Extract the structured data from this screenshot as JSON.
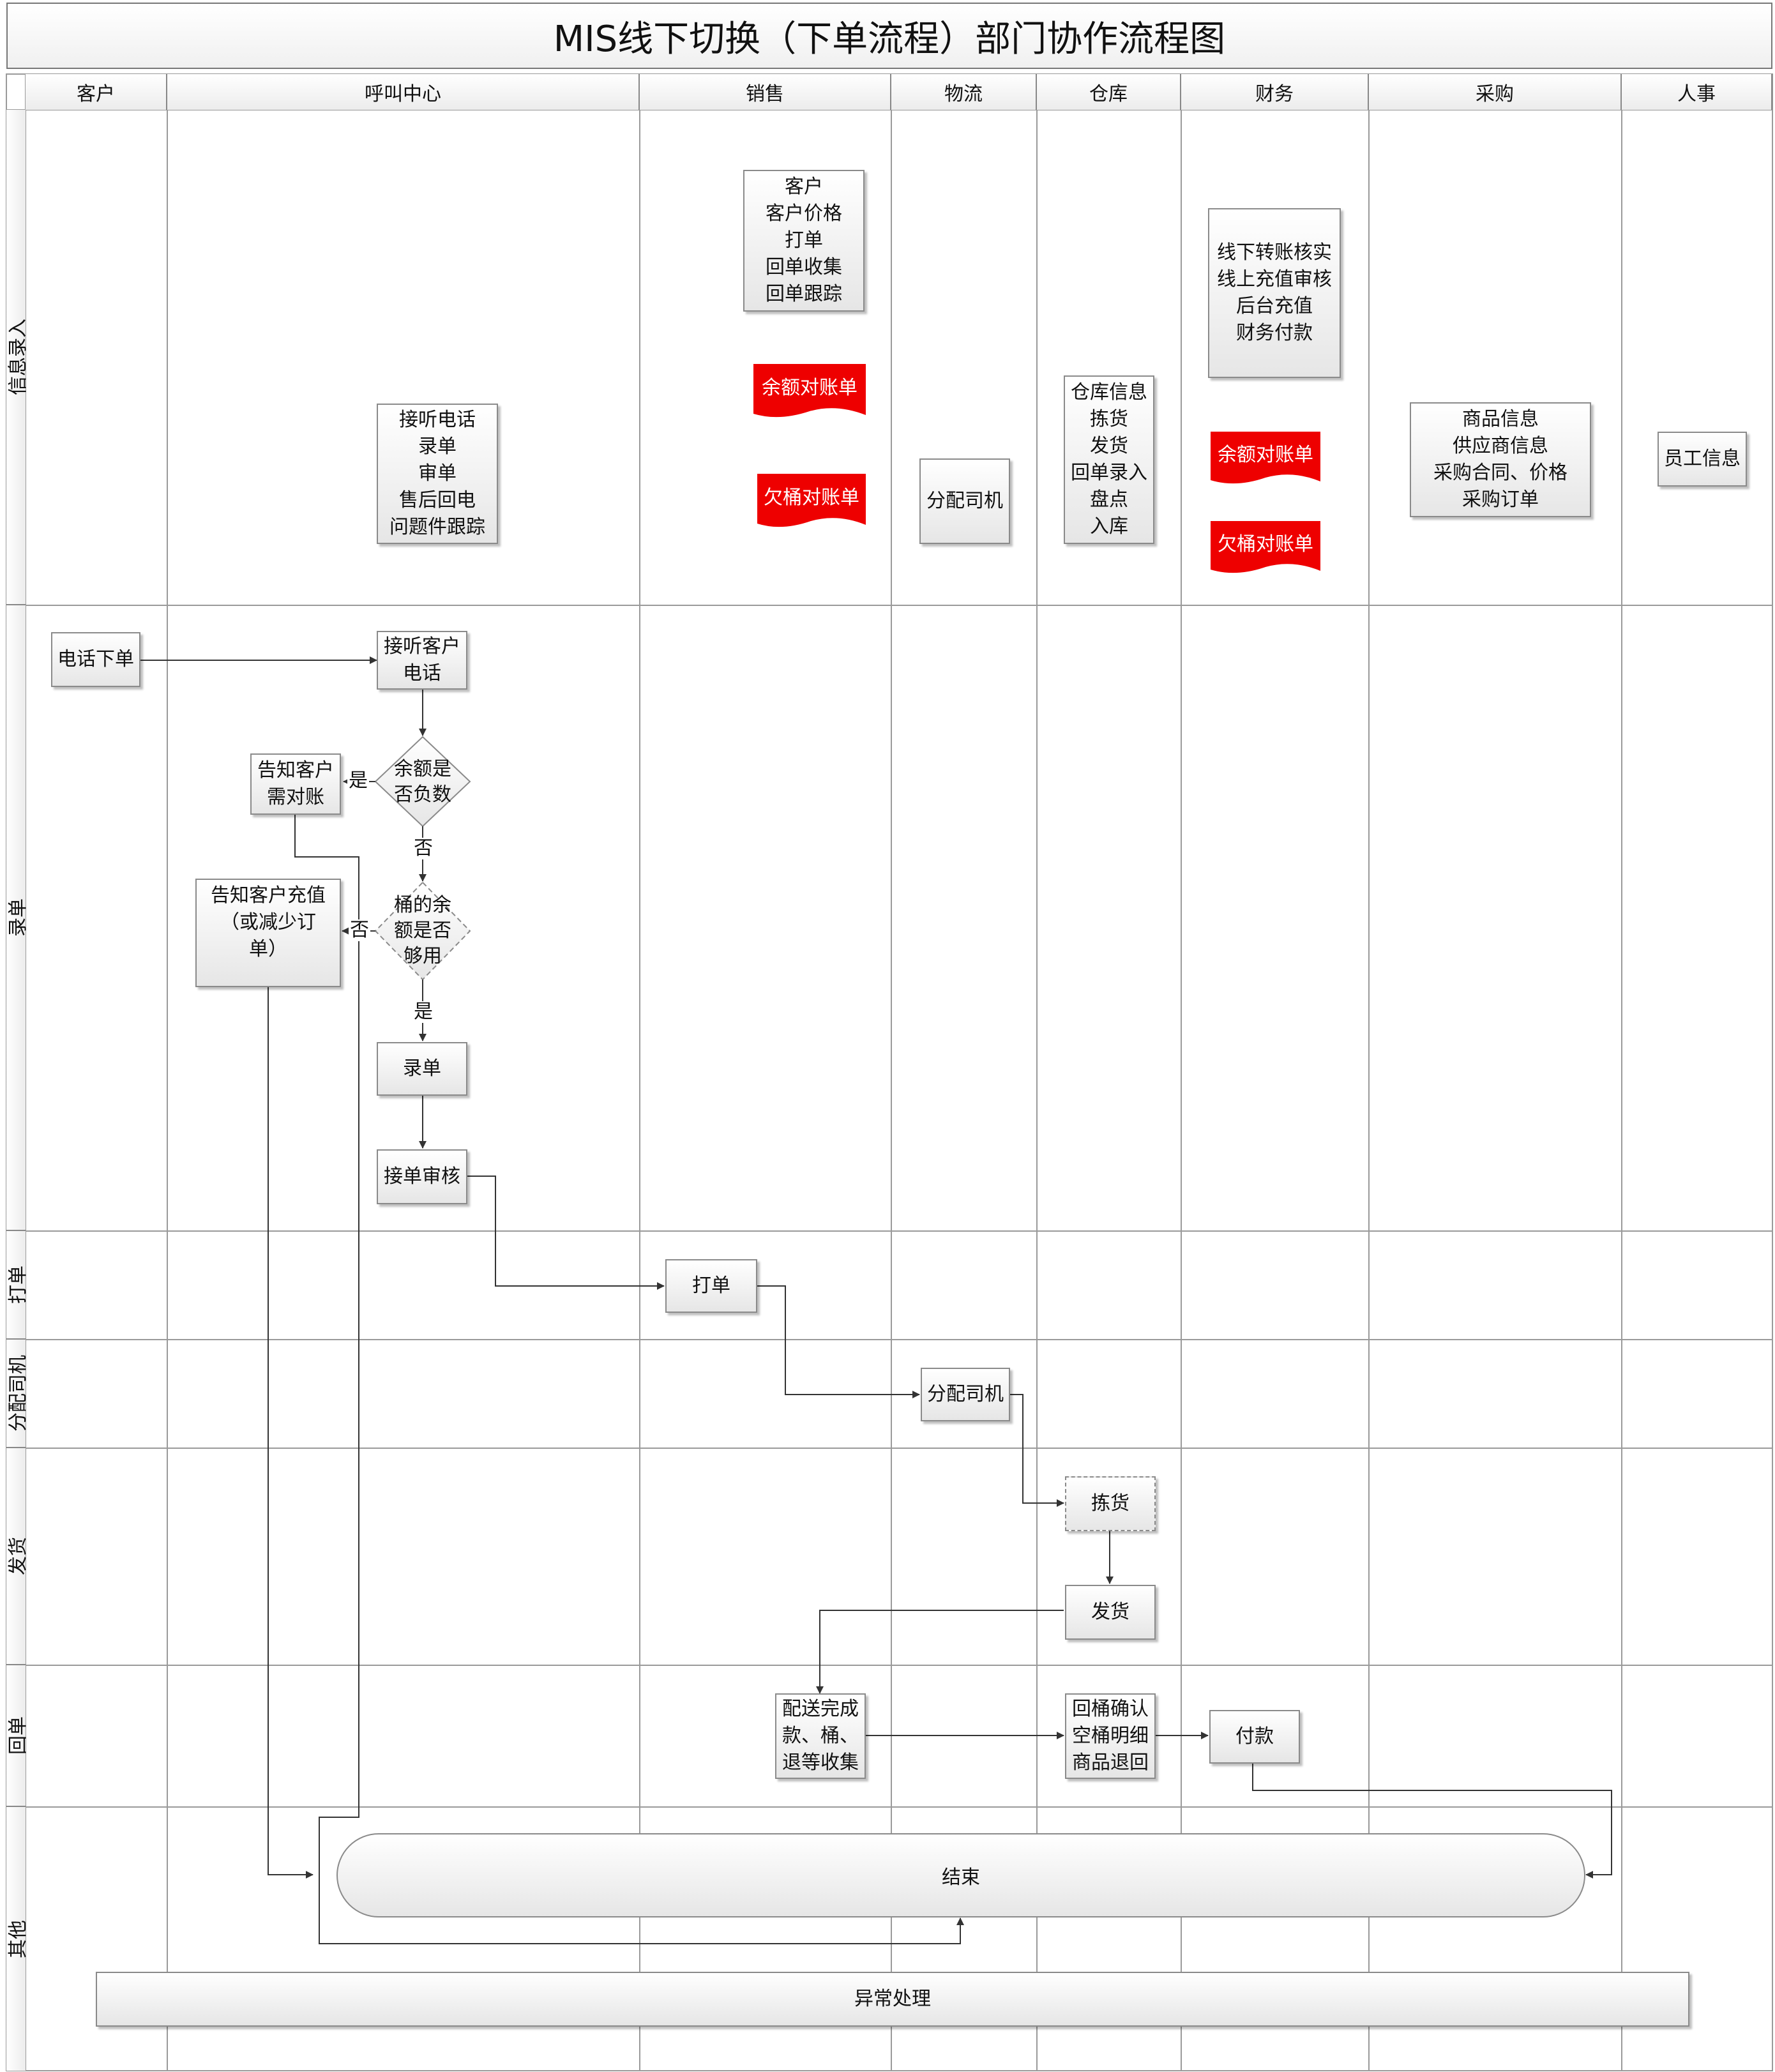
{
  "title": "MIS线下切换（下单流程）部门协作流程图",
  "lanes": {
    "customer": "客户",
    "callcenter": "呼叫中心",
    "sales": "销售",
    "logistics": "物流",
    "warehouse": "仓库",
    "finance": "财务",
    "purchase": "采购",
    "hr": "人事"
  },
  "phases": {
    "info": "信息录入",
    "entry": "录单",
    "print": "打单",
    "assign": "分配司机",
    "ship": "发货",
    "receipt": "回单",
    "other": "其他"
  },
  "info": {
    "callcenter": [
      "接听电话",
      "录单",
      "审单",
      "售后回电",
      "问题件跟踪"
    ],
    "sales": [
      "客户",
      "客户价格",
      "打单",
      "回单收集",
      "回单跟踪"
    ],
    "sales_doc1": "余额对账单",
    "sales_doc2": "欠桶对账单",
    "logistics": "分配司机",
    "warehouse": [
      "仓库信息",
      "拣货",
      "发货",
      "回单录入",
      "盘点",
      "入库"
    ],
    "finance": [
      "线下转账核实",
      "线上充值审核",
      "后台充值",
      "财务付款"
    ],
    "finance_doc1": "余额对账单",
    "finance_doc2": "欠桶对账单",
    "purchase": [
      "商品信息",
      "供应商信息",
      "采购合同、价格",
      "采购订单"
    ],
    "hr": "员工信息"
  },
  "flow": {
    "phone_order": "电话下单",
    "answer_call": [
      "接听客户",
      "电话"
    ],
    "balance_negative": [
      "余额是",
      "否负数"
    ],
    "notify_reconcile": [
      "告知客户",
      "需对账"
    ],
    "bucket_enough": [
      "桶的余",
      "额是否",
      "够用"
    ],
    "notify_recharge": [
      "告知客户充值",
      "（或减少订",
      "单）"
    ],
    "enter_order": "录单",
    "review_order": "接单审核",
    "print_order": "打单",
    "assign_driver": "分配司机",
    "pick": "拣货",
    "ship": "发货",
    "collect": [
      "配送完成",
      "款、桶、",
      "退等收集"
    ],
    "confirm_return": [
      "回桶确认",
      "空桶明细",
      "商品退回"
    ],
    "payment": "付款",
    "end": "结束",
    "exception": "异常处理"
  },
  "edge_labels": {
    "yes1": "是",
    "no1": "否",
    "no2": "否",
    "yes2": "是"
  },
  "colors": {
    "doc_red": "#ee0000",
    "line": "#333333",
    "grid": "#9a9a9a"
  }
}
